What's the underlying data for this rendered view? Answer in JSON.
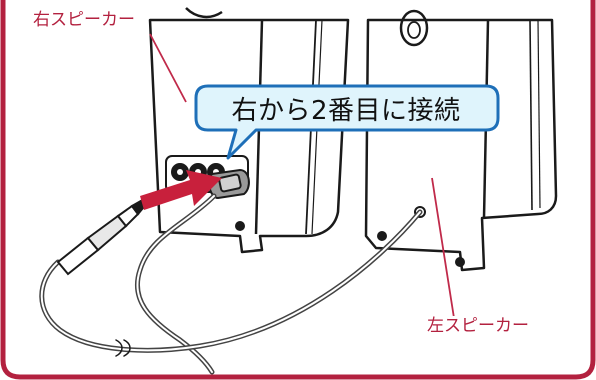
{
  "labels": {
    "right_speaker": "右スピーカー",
    "left_speaker": "左スピーカー"
  },
  "callout": {
    "text": "右から2番目に接続"
  },
  "colors": {
    "frame": "#b3213f",
    "bubble_fill": "#dff4fc",
    "bubble_stroke": "#1e6fb8",
    "arrow": "#c8203c",
    "leader_line": "#c02a4a",
    "outline": "#1a1a1a",
    "cable": "#444444"
  },
  "icons": [
    "speaker-unit-right",
    "speaker-unit-left",
    "audio-plug-icon",
    "insert-arrow-icon"
  ]
}
